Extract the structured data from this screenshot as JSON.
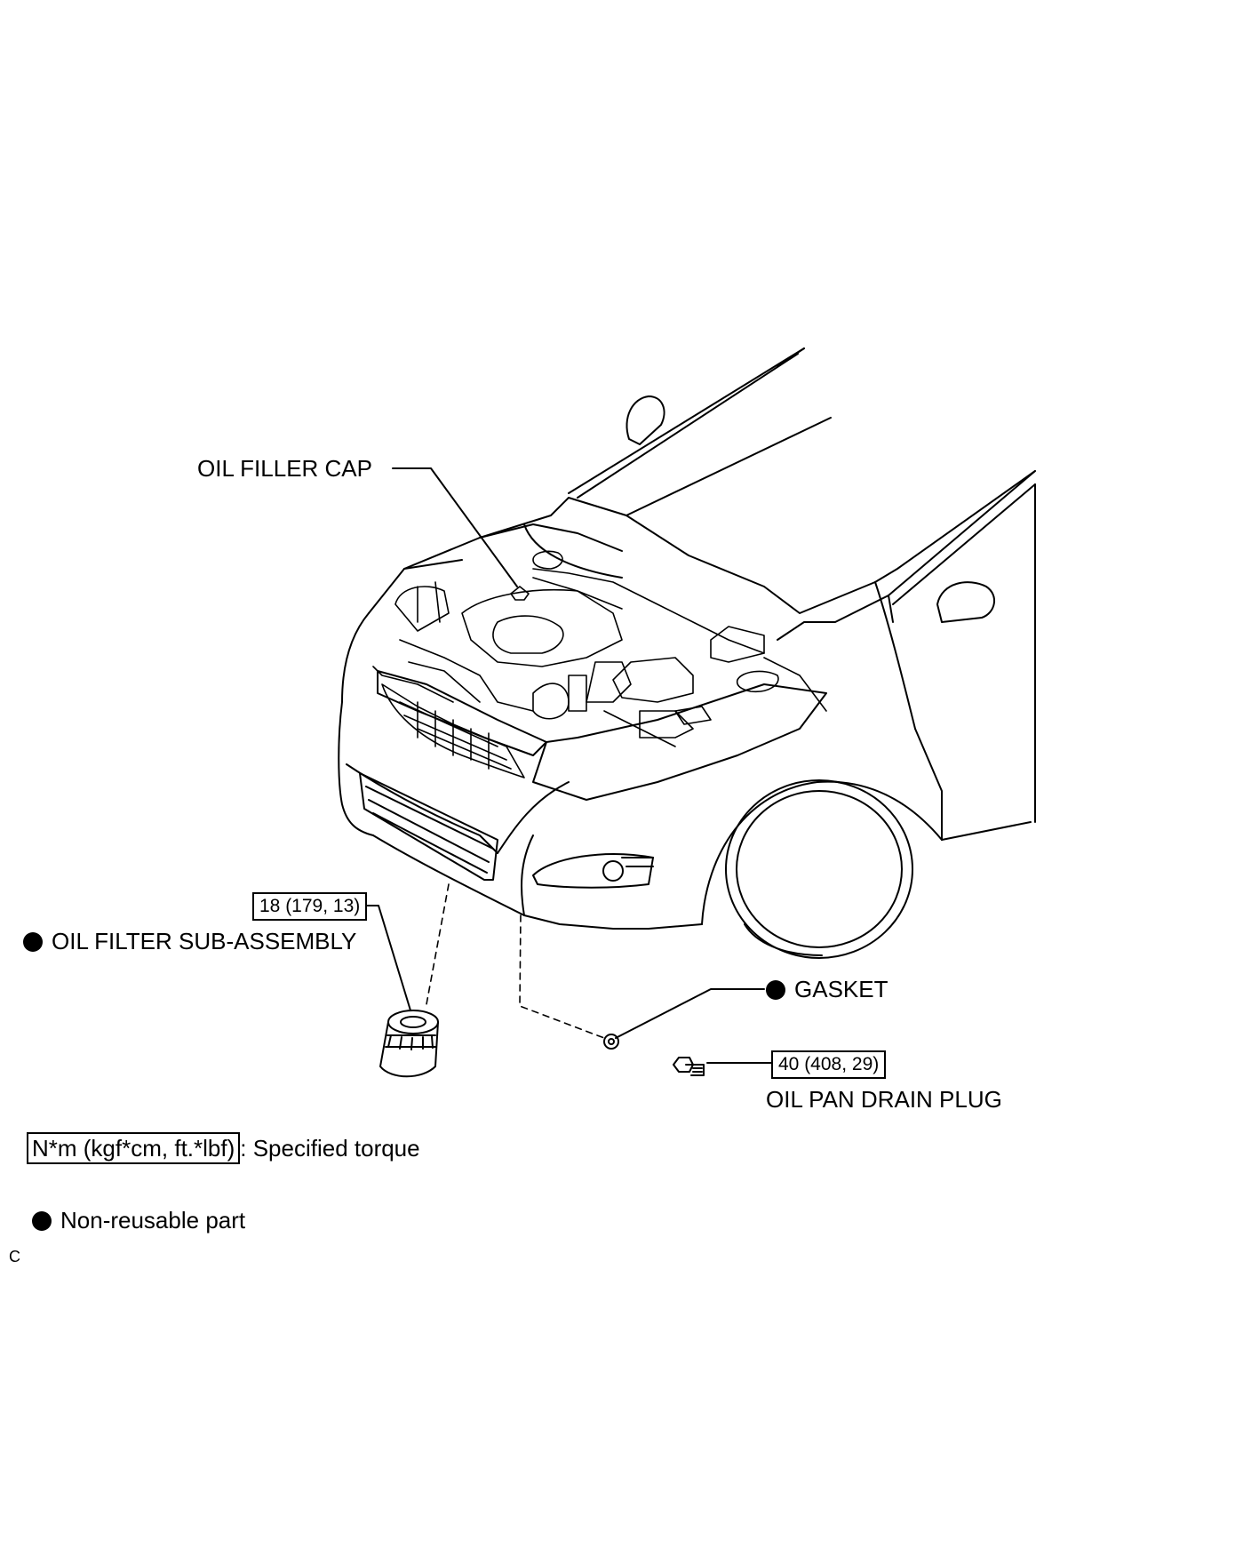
{
  "labels": {
    "oil_filler_cap": "OIL FILLER CAP",
    "oil_filter": "OIL FILTER SUB-ASSEMBLY",
    "gasket": "GASKET",
    "drain_plug": "OIL PAN DRAIN PLUG"
  },
  "torques": {
    "oil_filter": "18 (179, 13)",
    "drain_plug": "40 (408, 29)"
  },
  "legend": {
    "torque_unit": "N*m (kgf*cm, ft.*lbf)",
    "torque_desc": ": Specified torque",
    "nonreusable": "Non-reusable part"
  },
  "corner_code": "C"
}
